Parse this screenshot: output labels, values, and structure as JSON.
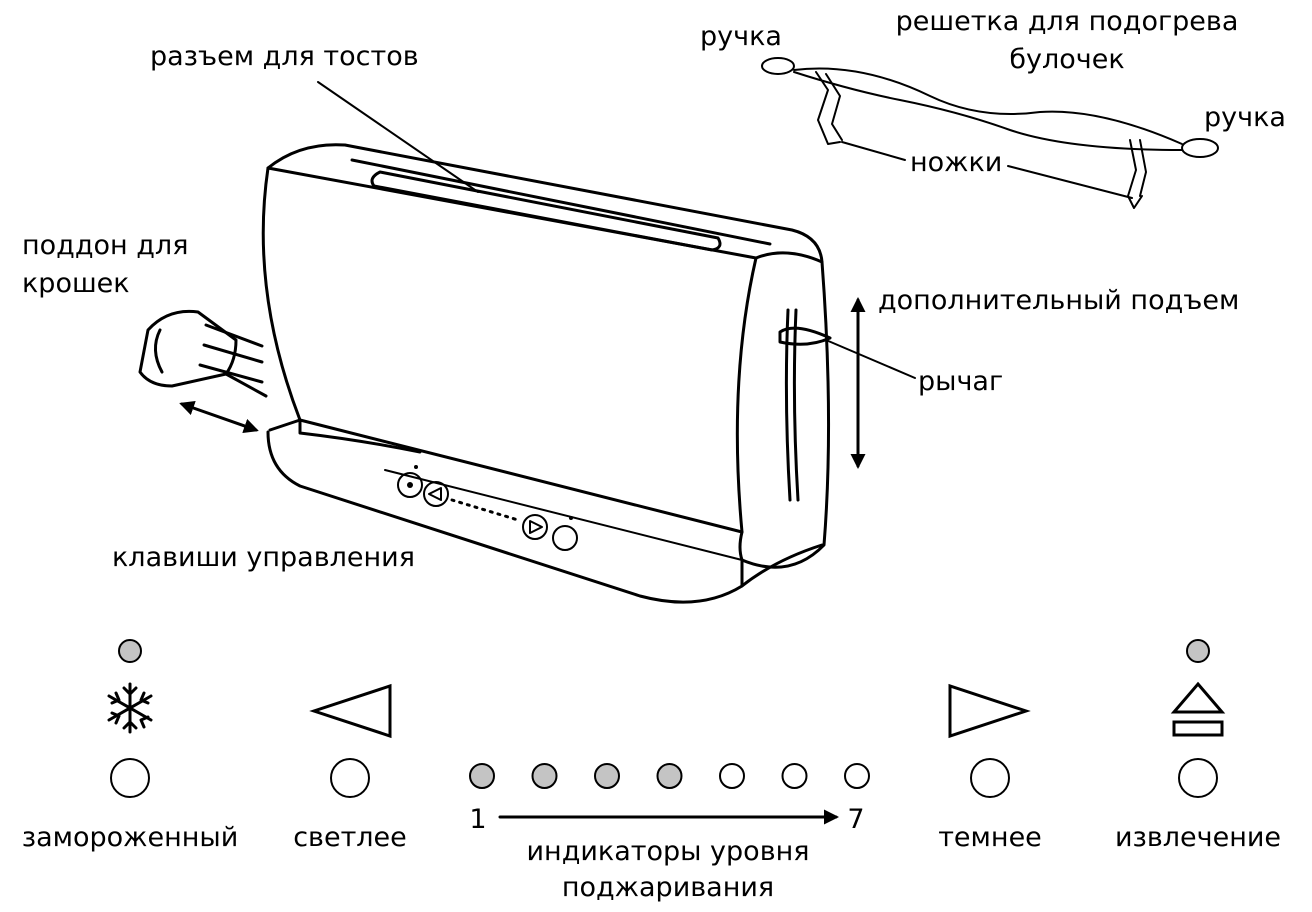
{
  "callouts": {
    "toast_slot": "разъем для тостов",
    "crumb_tray": [
      "поддон для",
      "крошек"
    ],
    "control_keys": "клавиши управления",
    "handle_left": "ручка",
    "handle_right": "ручка",
    "bun_rack": [
      "решетка для подогрева",
      "булочек"
    ],
    "legs": "ножки",
    "extra_lift": "дополнительный подъем",
    "lever": "рычаг"
  },
  "control_panel": {
    "frozen": "замороженный",
    "lighter": "светлее",
    "darker": "темнее",
    "eject": "извлечение",
    "scale_min": "1",
    "scale_max": "7",
    "indicators_title": [
      "индикаторы уровня",
      "поджаривания"
    ],
    "indicator_states": [
      true,
      true,
      true,
      true,
      false,
      false,
      false
    ]
  },
  "colors": {
    "lit": "#c4c4c4",
    "unlit": "#ffffff",
    "line": "#000000"
  },
  "icons": {
    "frozen": "snowflake-icon",
    "lighter": "triangle-left-icon",
    "darker": "triangle-right-icon",
    "eject": "eject-icon"
  }
}
